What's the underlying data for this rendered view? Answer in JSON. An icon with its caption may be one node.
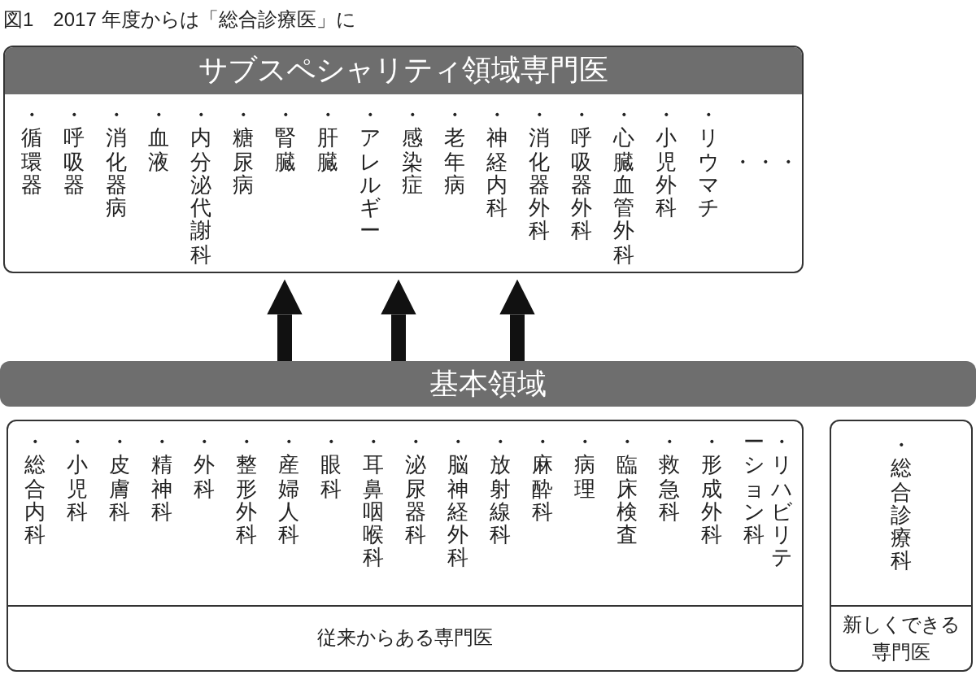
{
  "diagram": {
    "title": "図1　2017 年度からは「総合診療医」に",
    "nodes": [
      {
        "text": [
          "サブスペシャリティ領域専門医",
          "・循環器",
          "・呼吸器",
          "・消化器病",
          "・血液",
          "・内分泌代謝科",
          "・糖尿病",
          "・腎臓",
          "・肝臓",
          "・アレルギー",
          "・感染症",
          "・老年病",
          "・神経内科",
          "・消化器外科",
          "・呼吸器外科",
          "・心臓血管外科",
          "・小児外科",
          "・リウマチ"
        ]
      },
      {
        "text": [
          "基本領域"
        ]
      },
      {
        "text": [
          "・総合内科",
          "・小児科",
          "・皮膚科",
          "・精神科",
          "・外科",
          "・整形外科",
          "・産婦人科",
          "・眼科",
          "・耳鼻咽喉科",
          "・泌尿器科",
          "・脳神経外科",
          "・放射線科",
          "・麻酔科",
          "・病理",
          "・臨床検査",
          "・救急科",
          "・形成外科",
          "・リハビリテーション科",
          "従来からある専門医"
        ]
      },
      {
        "text": [
          "・総合診療科",
          "新しくできる専門医"
        ]
      }
    ],
    "edges": [
      {
        "from": 1,
        "to": 0,
        "arrow": "to"
      },
      {
        "from": 1,
        "to": 0,
        "arrow": "to"
      },
      {
        "from": 1,
        "to": 0,
        "arrow": "to"
      }
    ],
    "labels": [
      "・・・"
    ]
  }
}
